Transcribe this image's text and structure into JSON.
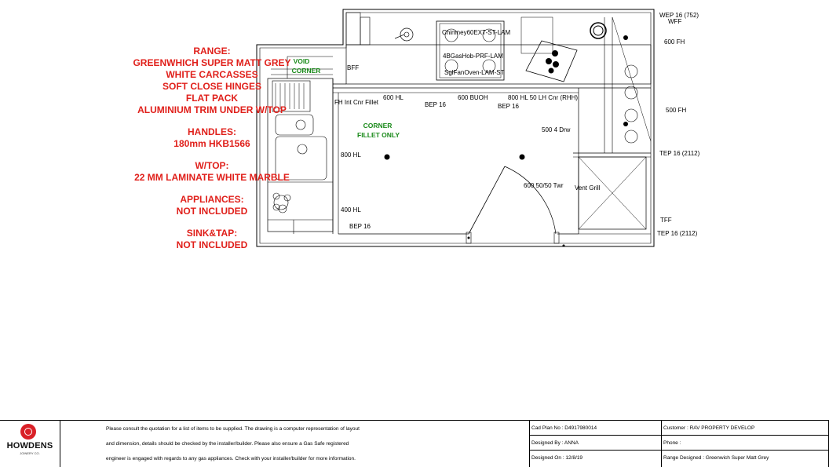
{
  "spec": {
    "range_title": "RANGE:",
    "range_lines": [
      "GREENWHICH SUPER MATT GREY",
      "WHITE CARCASSES",
      "SOFT CLOSE HINGES",
      "FLAT PACK",
      "ALUMINIUM TRIM UNDER W/TOP"
    ],
    "handles_title": "HANDLES:",
    "handles_value": "180mm HKB1566",
    "worktop_title": "W/TOP:",
    "worktop_value": "22 MM LAMINATE WHITE MARBLE",
    "appliances_title": "APPLIANCES:",
    "appliances_value": "NOT INCLUDED",
    "sink_title": "SINK&TAP:",
    "sink_value": "NOT INCLUDED"
  },
  "plan_labels": {
    "void_corner_1": "VOID",
    "void_corner_2": "CORNER",
    "corner_fillet_1": "CORNER",
    "corner_fillet_2": "FILLET ONLY",
    "bff": "BFF",
    "fh_int_cnr_fillet": "FH Int Cnr Fillet",
    "hl_600": "600 HL",
    "bep16_a": "BEP 16",
    "buoh_600": "600 BUOH",
    "lh_cnr": "800 HL 50 LH Cnr (RHH)",
    "bep16_b": "BEP 16",
    "chimney": "Chimney60EXT-ST-LAM",
    "gas_hob": "4BGasHob-PRF-LAM",
    "sgl_oven": "SglFanOven-LAM-ST",
    "wep16": "WEP 16 (752)",
    "wff": "WFF",
    "fh_600": "600 FH",
    "fh_500": "500 FH",
    "drw_500": "500 4 Drw",
    "tep16_a": "TEP 16 (2112)",
    "hl_800": "800 HL",
    "twr": "600 50/50 Twr",
    "vent_grill": "Vent Grill",
    "hl_400": "400 HL",
    "bep16_c": "BEP 16",
    "tff": "TFF",
    "tep16_b": "TEP 16 (2112)"
  },
  "footer": {
    "logo_name": "HOWDENS",
    "logo_sub": "JOINERY CO.",
    "note_line1": "Please consult the quotation for a list of items to be supplied. The drawing is a computer representation of layout",
    "note_line2": "and dimension, details should be checked by the installer/builder. Please also ensure a Gas Safe registered",
    "note_line3": "engineer is engaged with regards to any gas appliances. Check with your installer/builder for more information.",
    "cad_plan": "Cad Plan No : D4917980014",
    "designed_by": "Designed By : ANNA",
    "designed_on": "Designed On : 12/8/19",
    "customer": "Customer : RAV PROPERTY DEVELOP",
    "phone": "Phone :",
    "range_designed": "Range Designed :   Greenwich Super Matt Grey"
  },
  "colors": {
    "spec_red": "#e0201b",
    "note_green": "#1a8a1a",
    "brand_red": "#d92027"
  }
}
